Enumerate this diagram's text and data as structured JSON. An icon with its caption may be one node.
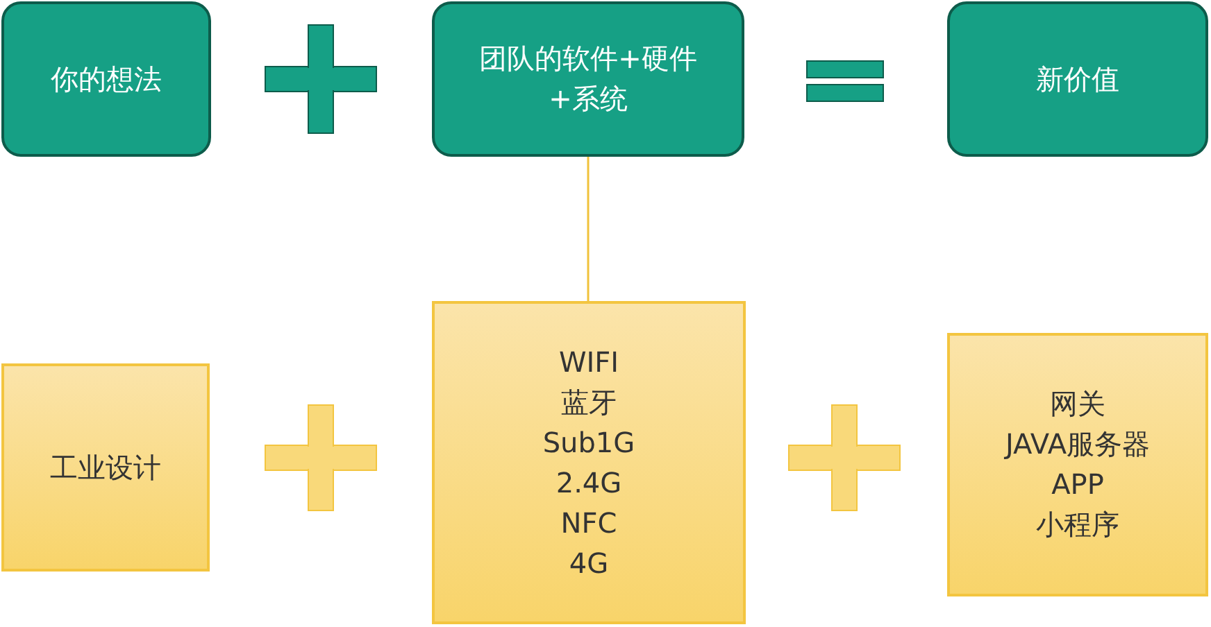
{
  "diagram": {
    "nodes": [
      {
        "text": [
          "你的想法"
        ]
      },
      {
        "text": [
          "团队的软件+硬件+系统"
        ]
      },
      {
        "text": [
          "新价值"
        ]
      },
      {
        "text": [
          "工业设计"
        ]
      },
      {
        "text": [
          "WIFI",
          "蓝牙",
          "Sub1G",
          "2.4G",
          "NFC",
          "4G"
        ]
      },
      {
        "text": [
          "网关",
          "JAVA服务器",
          "APP",
          "小程序"
        ]
      }
    ],
    "edges": [
      {
        "from": 1,
        "to": 4,
        "arrow": "none",
        "color": "#f0c23c"
      }
    ]
  }
}
